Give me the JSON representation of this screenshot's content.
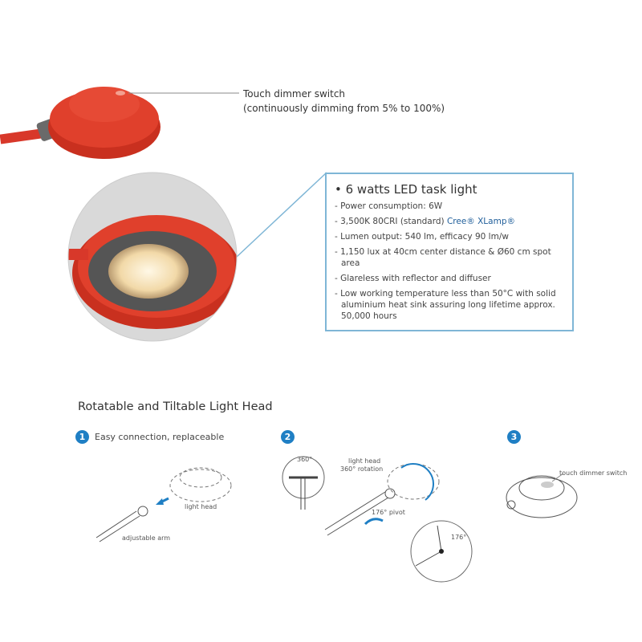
{
  "dimmer_callout": {
    "line1": "Touch dimmer switch",
    "line2": "(continuously dimming from 5% to 100%)"
  },
  "spec": {
    "title": "• 6 watts LED task light",
    "items": [
      "- Power consumption: 6W",
      "- 3,500K  80CRI (standard) ",
      "- Lumen output:  540 lm, efficacy 90 lm/w",
      "- 1,150 lux at 40cm center distance & Ø60 cm spot area",
      "- Glareless with reflector and diffuser",
      "- Low working temperature less than 50°C with  solid aluminium heat sink assuring long lifetime approx. 50,000 hours"
    ],
    "brand": "Cree® XLamp®"
  },
  "section": {
    "heading": "Rotatable and Tiltable Light Head",
    "steps": [
      {
        "number": "1",
        "caption": "Easy connection, replaceable",
        "labels": {
          "head": "light head",
          "arm": "adjustable arm"
        }
      },
      {
        "number": "2",
        "caption": "",
        "labels": {
          "angle360": "360°",
          "head": "light head",
          "rotation": "360° rotation",
          "pivot": "176° pivot",
          "angle176": "176°"
        }
      },
      {
        "number": "3",
        "caption": "",
        "labels": {
          "switch": "touch dimmer switch"
        }
      }
    ]
  },
  "colors": {
    "lamp_red": "#e0402c",
    "accent_blue": "#1f7fc4",
    "box_border": "#7fb6d6"
  }
}
